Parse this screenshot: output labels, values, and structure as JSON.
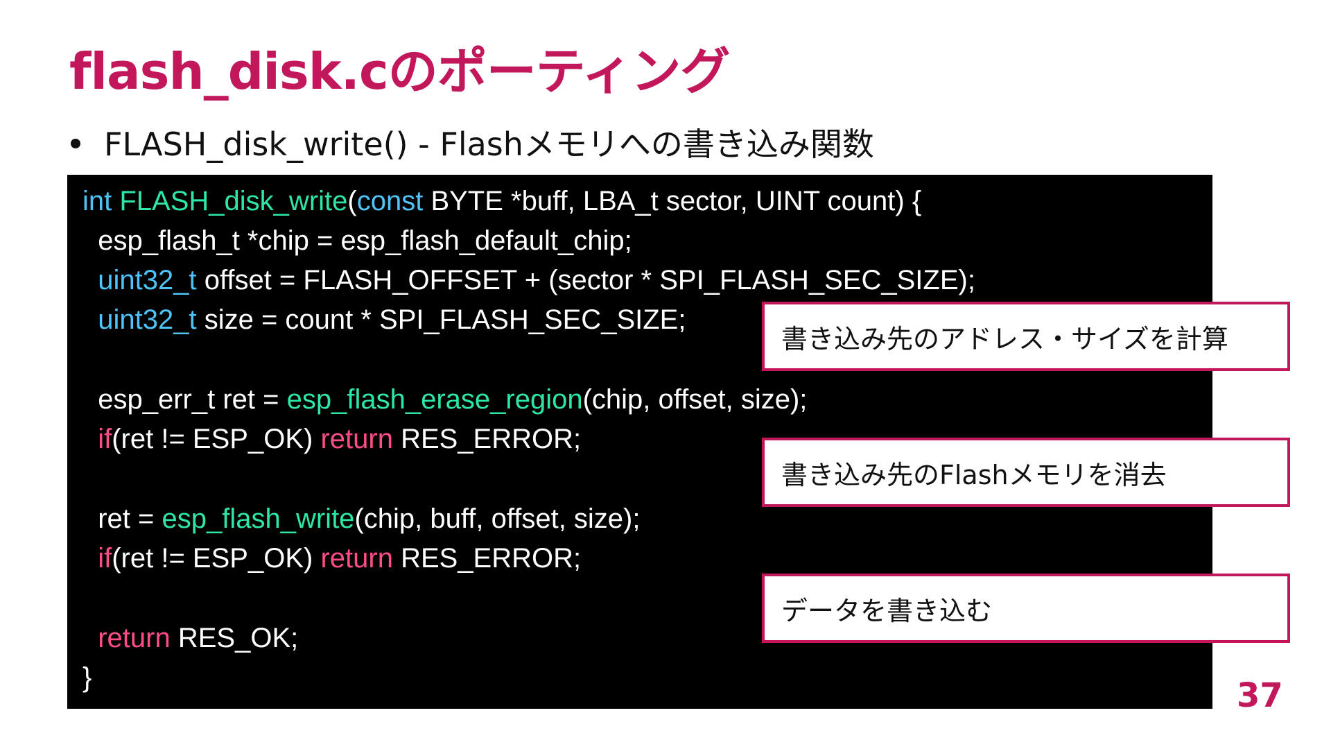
{
  "slide": {
    "title": "flash_disk.cのポーティング",
    "bullet": "FLASH_disk_write() - Flashメモリへの書き込み関数",
    "page_number": "37"
  },
  "code": {
    "line1": {
      "kw": "int",
      "fn": "FLASH_disk_write",
      "p1": "(",
      "const": "const",
      "rest": " BYTE *buff, LBA_t sector, UINT count) {"
    },
    "line2": {
      "text": "  esp_flash_t *chip = esp_flash_default_chip;"
    },
    "line3": {
      "indent": "  ",
      "type": "uint32_t",
      "rest": " offset = FLASH_OFFSET + (sector * SPI_FLASH_SEC_SIZE);"
    },
    "line4": {
      "indent": "  ",
      "type": "uint32_t",
      "rest": " size = count * SPI_FLASH_SEC_SIZE;"
    },
    "line6": {
      "pre": "  esp_err_t ret = ",
      "fn": "esp_flash_erase_region",
      "rest": "(chip, offset, size);"
    },
    "line7": {
      "indent": "  ",
      "if": "if",
      "mid": "(ret != ESP_OK) ",
      "ret": "return",
      "rest": " RES_ERROR;"
    },
    "line9": {
      "pre": "  ret = ",
      "fn": "esp_flash_write",
      "rest": "(chip, buff, offset, size);"
    },
    "line10": {
      "indent": "  ",
      "if": "if",
      "mid": "(ret != ESP_OK) ",
      "ret": "return",
      "rest": " RES_ERROR;"
    },
    "line12": {
      "indent": "  ",
      "ret": "return",
      "rest": " RES_OK;"
    },
    "line13": {
      "text": "}"
    }
  },
  "callouts": [
    "書き込み先のアドレス・サイズを計算",
    "書き込み先のFlashメモリを消去",
    "データを書き込む"
  ],
  "colors": {
    "accent": "#c2185b",
    "keyword": "#ff4d88",
    "type": "#4fc3f7",
    "function": "#2ee6a8",
    "code_bg": "#000000"
  }
}
